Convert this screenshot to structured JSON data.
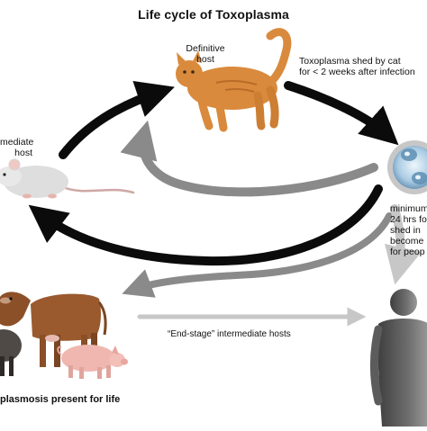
{
  "title": "Life cycle of Toxoplasma",
  "labels": {
    "definitive_host": [
      "Definitive",
      "host"
    ],
    "intermediate_host": [
      "mediate",
      "host"
    ],
    "shed": [
      "Toxoplasma shed by cat",
      "for < 2 weeks after infection"
    ],
    "minimum": [
      "minimum",
      "24 hrs fo",
      "shed in",
      "become",
      "for peop"
    ],
    "end_stage": "“End-stage” intermediate hosts",
    "present_for_life": "plasmosis present for life"
  },
  "colors": {
    "arrow_black": "#0b0b0b",
    "arrow_gray": "#8a8a8a",
    "arrow_light": "#c7c7c7",
    "cat": "#d98a3c",
    "mouse": "#dedede",
    "cow": "#9a5a2e",
    "pig": "#efb7b0",
    "sheep": "#4f4a45",
    "dish": "#8fb8d8",
    "human": "#5c5c5c"
  },
  "icons": [
    "cat-illustration",
    "mouse-illustration",
    "petri-dish-icon",
    "cow-illustration",
    "pig-illustration",
    "sheep-illustration",
    "human-silhouette"
  ]
}
